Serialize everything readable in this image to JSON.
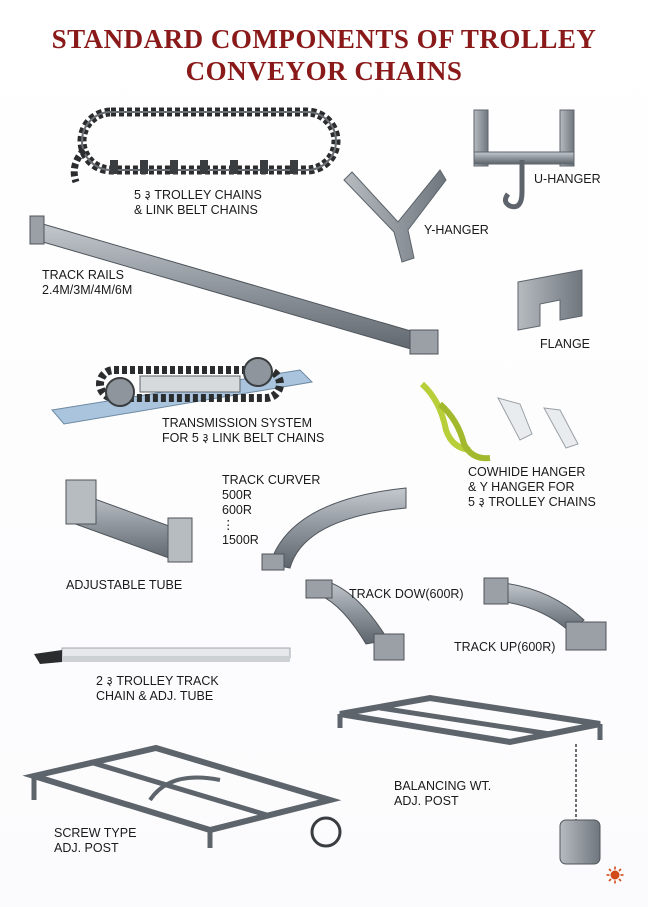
{
  "title": {
    "line1": "STANDARD COMPONENTS OF TROLLEY",
    "line2": "CONVEYOR CHAINS"
  },
  "labels": {
    "trolley_chains": [
      "5 ३ TROLLEY CHAINS",
      "& LINK BELT CHAINS"
    ],
    "u_hanger": "U-HANGER",
    "y_hanger": "Y-HANGER",
    "track_rails": [
      "TRACK RAILS",
      "2.4M/3M/4M/6M"
    ],
    "flange": "FLANGE",
    "transmission": [
      "TRANSMISSION SYSTEM",
      "FOR 5 ३ LINK BELT CHAINS"
    ],
    "cowhide": [
      "COWHIDE HANGER",
      "& Y HANGER FOR",
      "5 ३ TROLLEY CHAINS"
    ],
    "track_curver": [
      "TRACK CURVER",
      "500R",
      "600R",
      "⋮",
      "1500R"
    ],
    "adjustable_tube": "ADJUSTABLE TUBE",
    "track_down": "TRACK DOW(600R)",
    "track_up": "TRACK UP(600R)",
    "trolley_track": [
      "2 ३ TROLLEY TRACK",
      "CHAIN & ADJ. TUBE"
    ],
    "balancing": [
      "BALANCING WT.",
      "ADJ. POST"
    ],
    "screw_type": [
      "SCREW TYPE",
      "ADJ. POST"
    ]
  },
  "colors": {
    "title": "#8a1a1a",
    "steel": "#8e959c",
    "steel_dark": "#5d646b",
    "chain": "#2a2c2e",
    "hanger_green": "#b8cf3a",
    "mark": "#d24a1a"
  }
}
